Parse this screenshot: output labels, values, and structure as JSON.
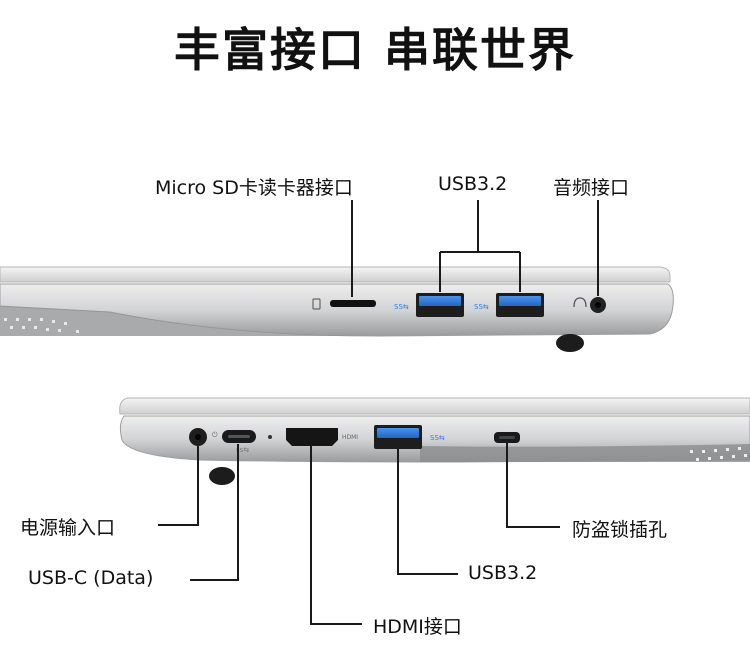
{
  "title": "丰富接口 串联世界",
  "ports_right_side": {
    "sd_card": "Micro SD卡读卡器接口",
    "usb_a": "USB3.2",
    "audio": "音频接口"
  },
  "ports_left_side": {
    "power": "电源输入口",
    "usb_c": "USB-C (Data)",
    "hdmi": "HDMI接口",
    "usb_a": "USB3.2",
    "lock": "防盗锁插孔"
  },
  "colors": {
    "usb_blue": "#2f7de1",
    "chassis": "#d9dadc",
    "line": "#1a1a1a"
  }
}
